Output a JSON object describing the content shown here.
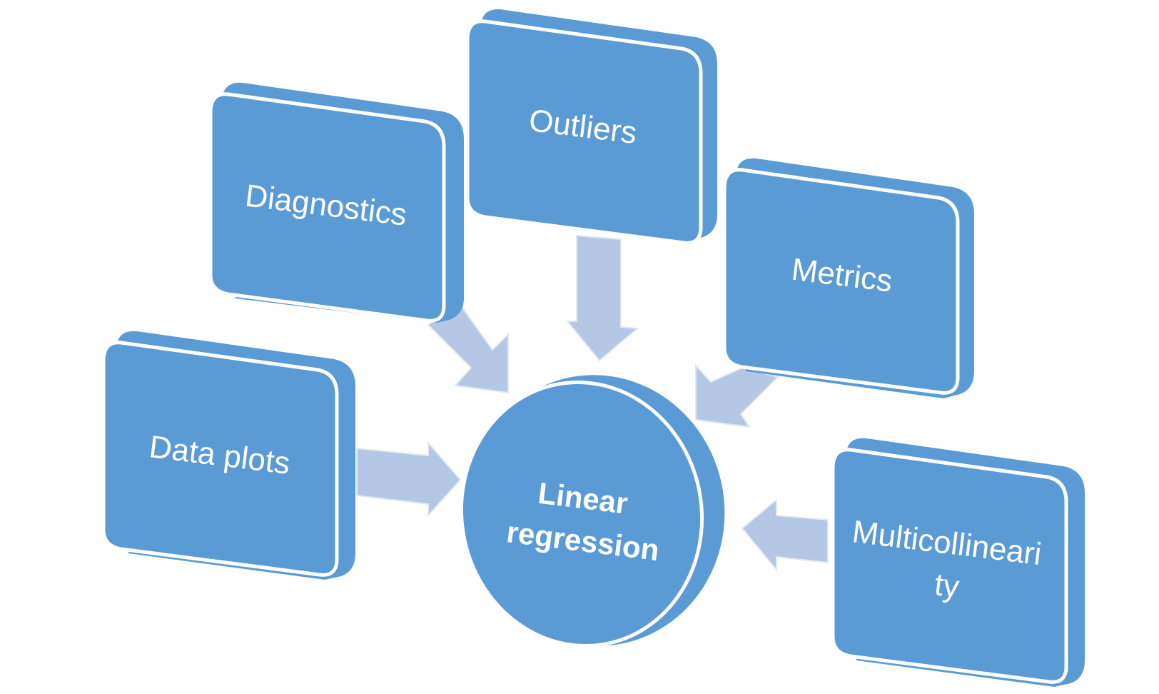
{
  "diagram": {
    "center": {
      "label_line1": "Linear",
      "label_line2": "regression"
    },
    "nodes": [
      {
        "id": "diagnostics",
        "label": "Diagnostics"
      },
      {
        "id": "outliers",
        "label": "Outliers"
      },
      {
        "id": "metrics",
        "label": "Metrics"
      },
      {
        "id": "data-plots",
        "label": "Data plots"
      },
      {
        "id": "multicollinearity",
        "label_line1": "Multicollineari",
        "label_line2": "ty"
      }
    ],
    "colors": {
      "box": "#5b9bd5",
      "arrow": "#b4c8e5",
      "text": "#ffffff"
    }
  }
}
